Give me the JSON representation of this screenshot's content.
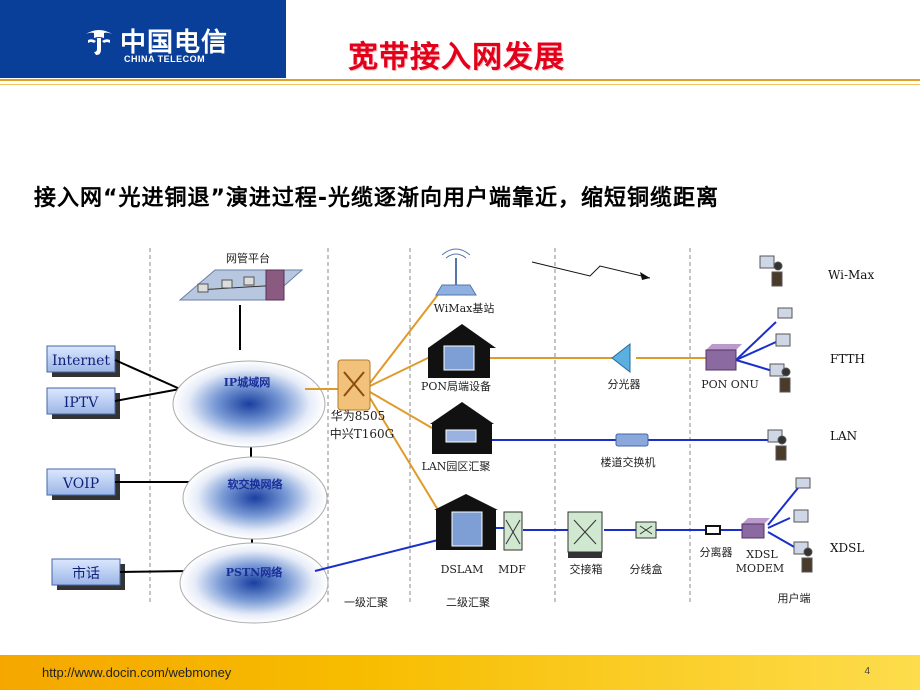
{
  "header": {
    "logo_cn": "中国电信",
    "logo_en": "CHINA TELECOM",
    "title": "宽带接入网发展"
  },
  "subtitle": "接入网“光进铜退”演进过程-光缆逐渐向用户端靠近，缩短铜缆距离",
  "diagram": {
    "services": {
      "internet": "Internet",
      "iptv": "IPTV",
      "voip": "VOIP",
      "local_call": "市话"
    },
    "clouds": {
      "ip_metro": "IP城域网",
      "softswitch": "软交换网络",
      "pstn": "PSTN网络"
    },
    "nms": "网管平台",
    "router_label1": "华为8505",
    "router_label2": "中兴T160G",
    "wimax_bs": "WiMax基站",
    "pon_olt": "PON局端设备",
    "lan_agg": "LAN园区汇聚",
    "dslam": "DSLAM",
    "mdf": "MDF",
    "splitter": "分光器",
    "pon_onu": "PON ONU",
    "floor_switch": "楼道交换机",
    "cross_box": "交接箱",
    "dist_box": "分线盒",
    "separator": "分离器",
    "xdsl_modem_1": "XDSL",
    "xdsl_modem_2": "MODEM",
    "wimax": "Wi-Max",
    "ftth": "FTTH",
    "lan": "LAN",
    "xdsl": "XDSL",
    "level1": "一级汇聚",
    "level2": "二级汇聚",
    "user_end": "用户端"
  },
  "footer": {
    "url": "http://www.docin.com/webmoney",
    "page": "4"
  },
  "colors": {
    "brand_blue": "#0a3f99",
    "title_red": "#e3001a",
    "fiber": "#e09a2a",
    "copper": "#1a2fc9",
    "rule": "#e2a025"
  }
}
